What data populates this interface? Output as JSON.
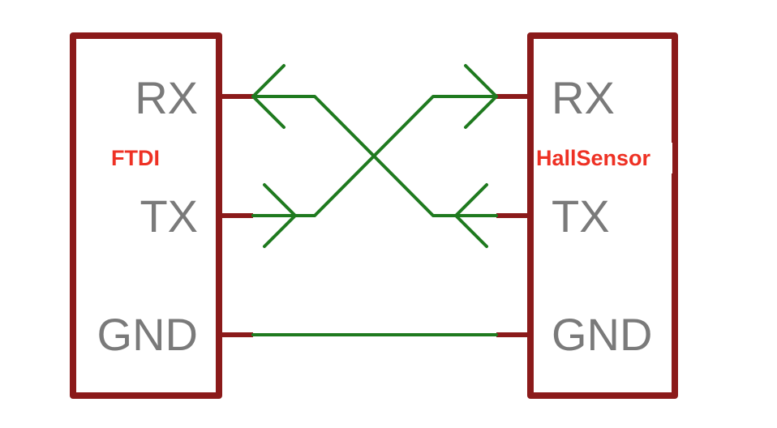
{
  "left_device": {
    "name": "FTDI",
    "pins": [
      "RX",
      "TX",
      "GND"
    ]
  },
  "right_device": {
    "name": "HallSensor",
    "pins": [
      "RX",
      "TX",
      "GND"
    ]
  },
  "connections": [
    {
      "from": "FTDI.TX",
      "to": "HallSensor.RX"
    },
    {
      "from": "HallSensor.TX",
      "to": "FTDI.RX"
    },
    {
      "from": "FTDI.GND",
      "to": "HallSensor.GND"
    }
  ],
  "colors": {
    "box": "#8b1a1a",
    "wire": "#1f7a1f",
    "pin_text": "#7a7a7a",
    "device_label": "#ee3124"
  }
}
